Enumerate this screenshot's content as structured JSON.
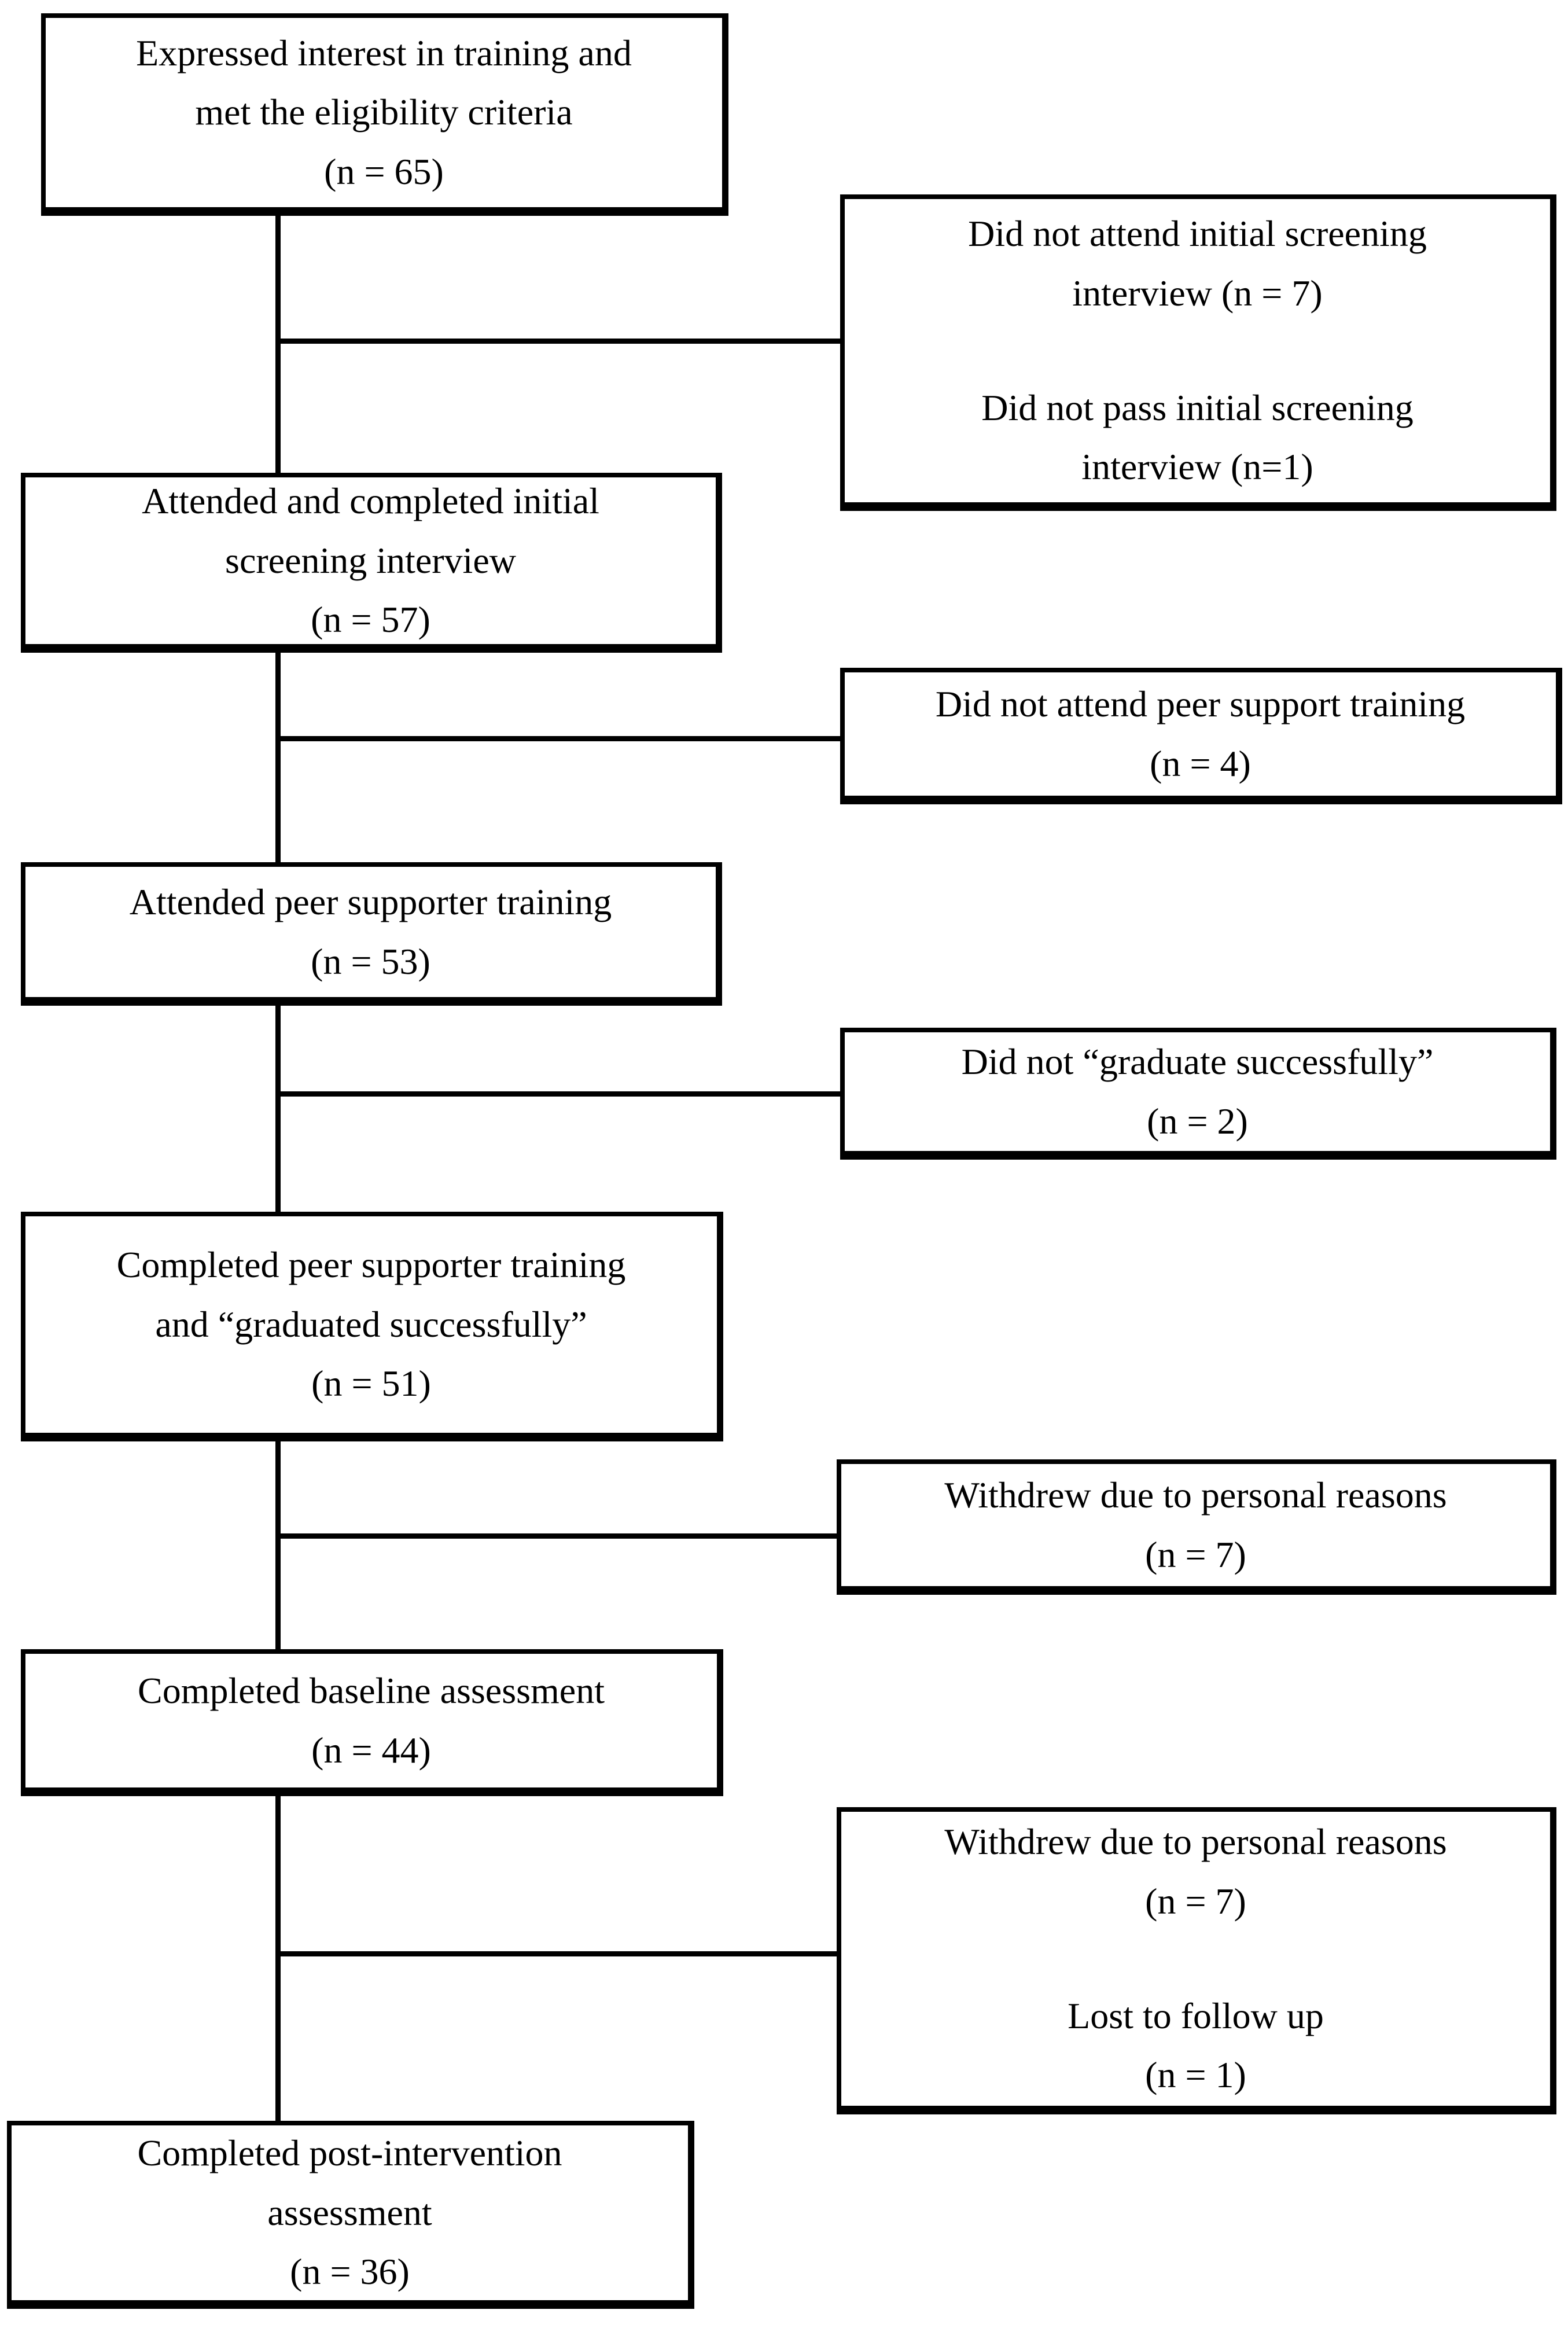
{
  "flow": {
    "main": [
      {
        "lines": [
          "Expressed interest in training and",
          "met the eligibility criteria",
          "(n = 65)"
        ]
      },
      {
        "lines": [
          "Attended and completed initial",
          "screening interview",
          "(n = 57)"
        ]
      },
      {
        "lines": [
          "Attended peer supporter training",
          "(n = 53)"
        ]
      },
      {
        "lines": [
          "Completed peer supporter training",
          "and “graduated successfully”",
          "(n = 51)"
        ]
      },
      {
        "lines": [
          "Completed baseline assessment",
          "(n = 44)"
        ]
      },
      {
        "lines": [
          "Completed post-intervention",
          "assessment",
          "(n = 36)"
        ]
      }
    ],
    "exclusions": [
      {
        "paragraphs": [
          [
            "Did not attend initial screening",
            "interview (n = 7)"
          ],
          [
            "Did not pass initial screening",
            "interview (n=1)"
          ]
        ]
      },
      {
        "paragraphs": [
          [
            "Did not attend peer support training",
            "(n = 4)"
          ]
        ]
      },
      {
        "paragraphs": [
          [
            "Did not “graduate successfully”",
            "(n = 2)"
          ]
        ]
      },
      {
        "paragraphs": [
          [
            "Withdrew due to personal reasons",
            "(n = 7)"
          ]
        ]
      },
      {
        "paragraphs": [
          [
            "Withdrew due to personal reasons",
            "(n = 7)"
          ],
          [
            "Lost to follow up",
            "(n = 1)"
          ]
        ]
      }
    ],
    "colors": {
      "line": "#000000",
      "background": "#ffffff",
      "text": "#000000"
    }
  }
}
